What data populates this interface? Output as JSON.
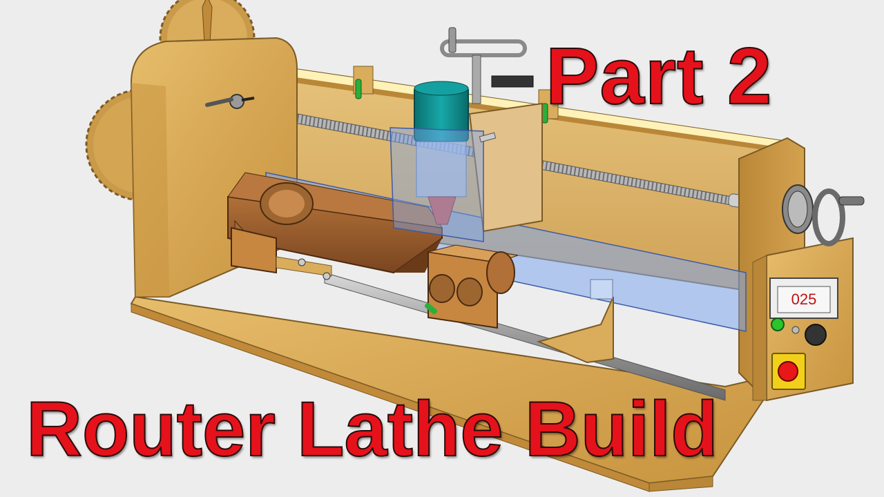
{
  "titles": {
    "part": "Part 2",
    "main": "Router Lathe Build"
  },
  "display": {
    "readout": "025"
  },
  "colors": {
    "title_fill": "#e5121b",
    "title_outline": "#2a0a0a",
    "plywood": "#d9ad5c",
    "router_teal": "#0f8f8f",
    "acrylic_guard": "#7fa7ee",
    "emergency_stop": "#e81818",
    "power_led": "#2cc42c"
  }
}
